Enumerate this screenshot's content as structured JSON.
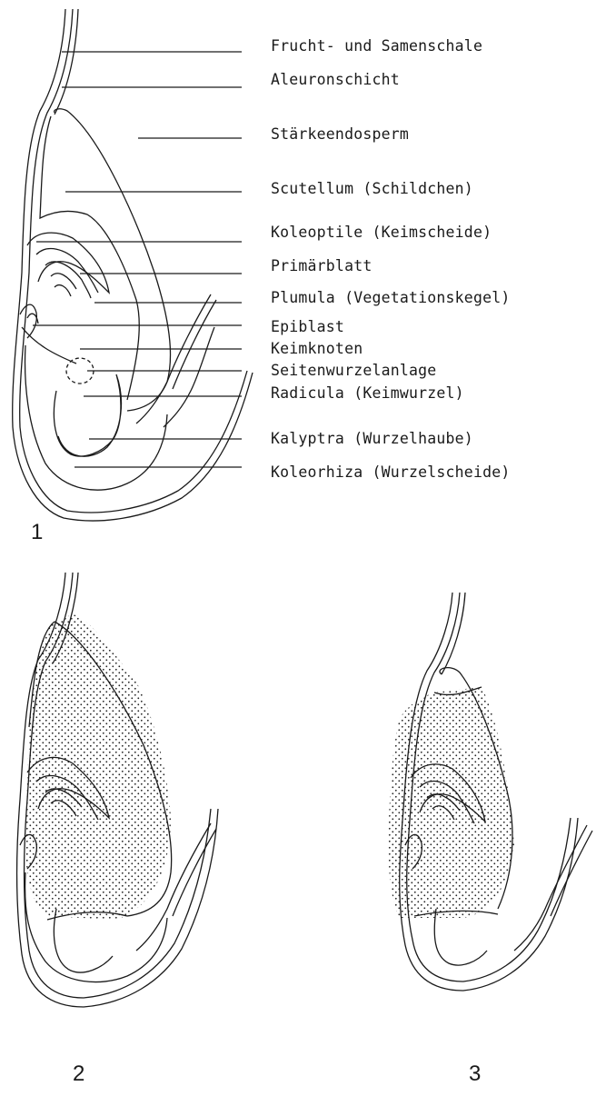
{
  "figure1": {
    "number": "1",
    "labels": [
      "Frucht- und Samenschale",
      "Aleuronschicht",
      "Stärkeendosperm",
      "Scutellum (Schildchen)",
      "Koleoptile (Keimscheide)",
      "Primärblatt",
      "Plumula (Vegetationskegel)",
      "Epiblast",
      "Keimknoten",
      "Seitenwurzelanlage",
      "Radicula (Keimwurzel)",
      "Kalyptra (Wurzelhaube)",
      "Koleorhiza (Wurzelscheide)"
    ]
  },
  "figure2": {
    "number": "2"
  },
  "figure3": {
    "number": "3"
  }
}
